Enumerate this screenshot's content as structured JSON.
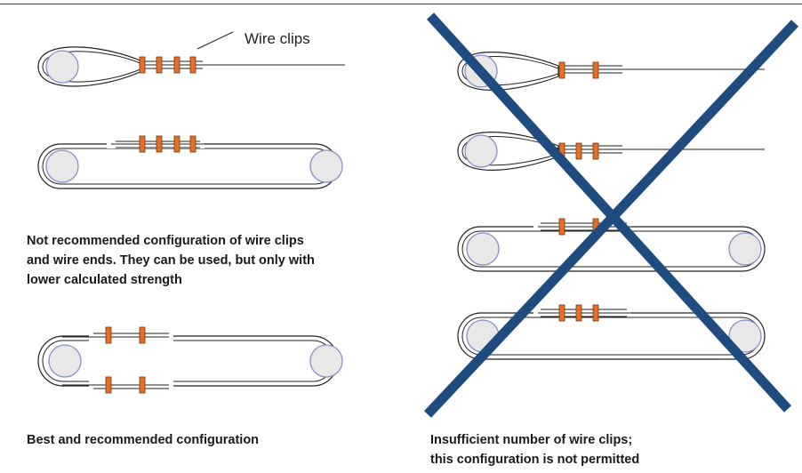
{
  "labels": {
    "wire_clips": "Wire clips"
  },
  "captions": {
    "not_recommended": "Not recommended configuration of wire clips\nand wire ends. They can be used, but only with\nlower calculated strength",
    "best": "Best and recommended configuration",
    "insufficient": "Insufficient number of wire clips;\nthis configuration is not permitted"
  },
  "colors": {
    "clip": "#e3702a",
    "cross": "#1f4b7e",
    "sheave_fill": "#e8e8e8",
    "sheave_stroke": "#8a90c8"
  }
}
